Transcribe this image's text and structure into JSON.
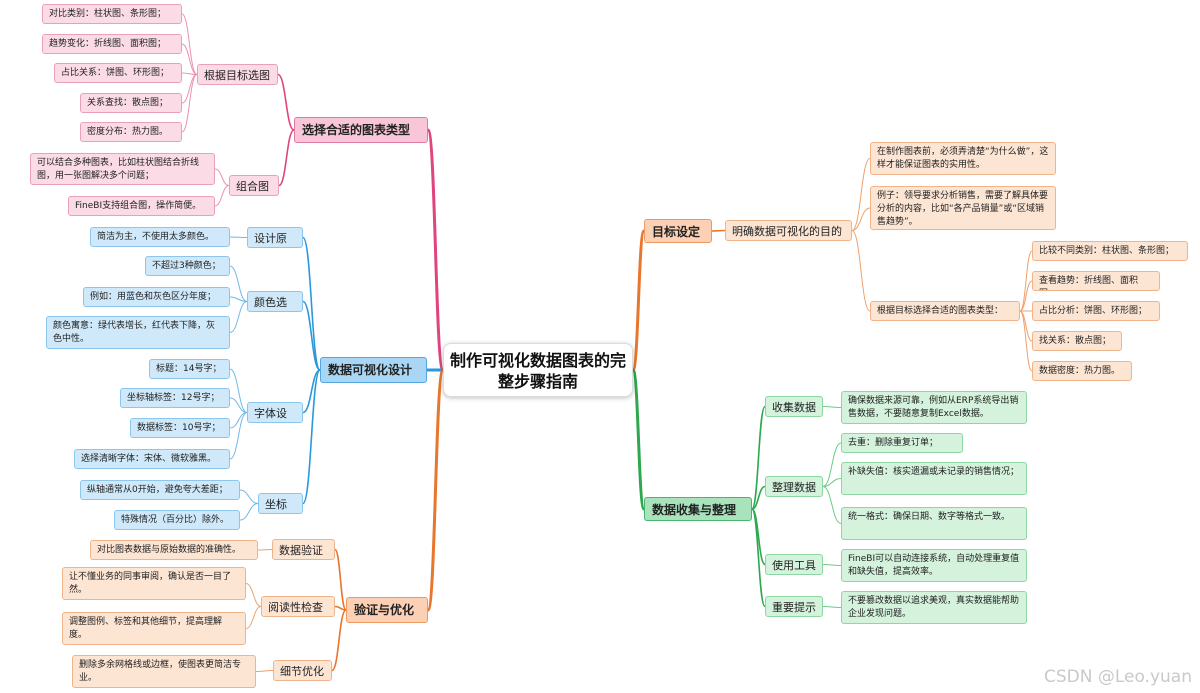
{
  "root": "制作可视化数据图表的完整步骤指南",
  "watermark": "CSDN @Leo.yuan",
  "colors": {
    "pink": "#e0447f",
    "blue": "#2a98dc",
    "orange": "#e8762c",
    "green": "#2ea84e"
  },
  "left": {
    "chart_type": {
      "title": "选择合适的图表类型",
      "by_goal": {
        "label": "根据目标选图",
        "items": [
          "对比类别：柱状图、条形图；",
          "趋势变化：折线图、面积图；",
          "占比关系：饼图、环形图；",
          "关系查找：散点图；",
          "密度分布：热力图。"
        ]
      },
      "combo": {
        "label": "组合图",
        "items": [
          "可以结合多种图表，比如柱状图结合折线图，用一张图解决多个问题；",
          "FineBI支持组合图，操作简便。"
        ]
      }
    },
    "design": {
      "title": "数据可视化设计",
      "principle": {
        "label": "设计原则",
        "items": [
          "简洁为主，不使用太多颜色。"
        ]
      },
      "color": {
        "label": "颜色选择",
        "items": [
          "不超过3种颜色；",
          "例如：用蓝色和灰色区分年度；",
          "颜色寓意：绿代表增长，红代表下降，灰色中性。"
        ]
      },
      "font": {
        "label": "字体设置",
        "items": [
          "标题：14号字；",
          "坐标轴标签：12号字；",
          "数据标签：10号字；",
          "选择清晰字体：宋体、微软雅黑。"
        ]
      },
      "axis": {
        "label": "坐标轴",
        "items": [
          "纵轴通常从0开始，避免夸大差距；",
          "特殊情况（百分比）除外。"
        ]
      }
    },
    "verify": {
      "title": "验证与优化",
      "data_check": {
        "label": "数据验证",
        "items": [
          "对比图表数据与原始数据的准确性。"
        ]
      },
      "readability": {
        "label": "阅读性检查",
        "items": [
          "让不懂业务的同事审阅，确认是否一目了然。",
          "调整图例、标签和其他细节，提高理解度。"
        ]
      },
      "detail": {
        "label": "细节优化",
        "items": [
          "删除多余网格线或边框，使图表更简洁专业。"
        ]
      }
    }
  },
  "right": {
    "goal": {
      "title": "目标设定",
      "purpose": {
        "label": "明确数据可视化的目的",
        "items": [
          "在制作图表前，必须弄清楚“为什么做”，这样才能保证图表的实用性。",
          "例子：领导要求分析销售，需要了解具体要分析的内容，比如“各产品销量”或“区域销售趋势”。",
          "根据目标选择合适的图表类型："
        ],
        "chart_types": [
          "比较不同类别：柱状图、条形图；",
          "查看趋势：折线图、面积图；",
          "占比分析：饼图、环形图；",
          "找关系：散点图；",
          "数据密度：热力图。"
        ]
      }
    },
    "collect": {
      "title": "数据收集与整理",
      "collect_data": {
        "label": "收集数据",
        "items": [
          "确保数据来源可靠，例如从ERP系统导出销售数据，不要随意复制Excel数据。"
        ]
      },
      "clean_data": {
        "label": "整理数据",
        "items": [
          "去重：删除重复订单；",
          "补缺失值：核实遗漏或未记录的销售情况；",
          "统一格式：确保日期、数字等格式一致。"
        ]
      },
      "tools": {
        "label": "使用工具",
        "items": [
          "FineBI可以自动连接系统，自动处理重复值和缺失值，提高效率。"
        ]
      },
      "tips": {
        "label": "重要提示",
        "items": [
          "不要篡改数据以追求美观，真实数据能帮助企业发现问题。"
        ]
      }
    }
  }
}
